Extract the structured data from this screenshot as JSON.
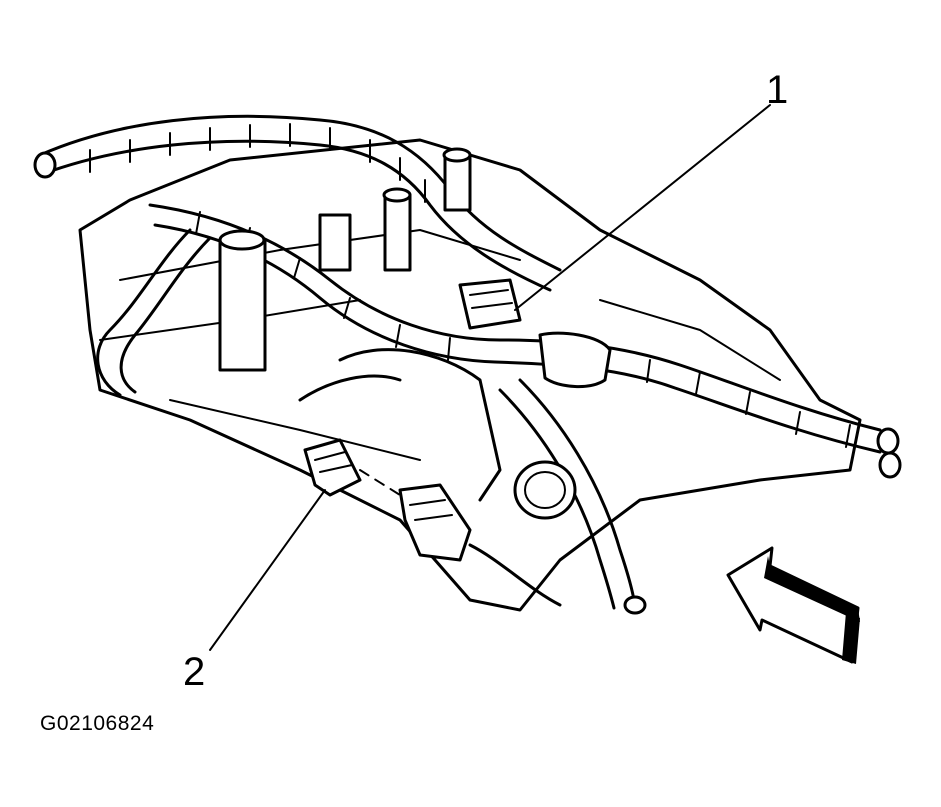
{
  "figure": {
    "callouts": [
      {
        "label": "1"
      },
      {
        "label": "2"
      }
    ],
    "figure_id": "G02106824",
    "view_arrow_icon": "direction-arrow-icon"
  }
}
